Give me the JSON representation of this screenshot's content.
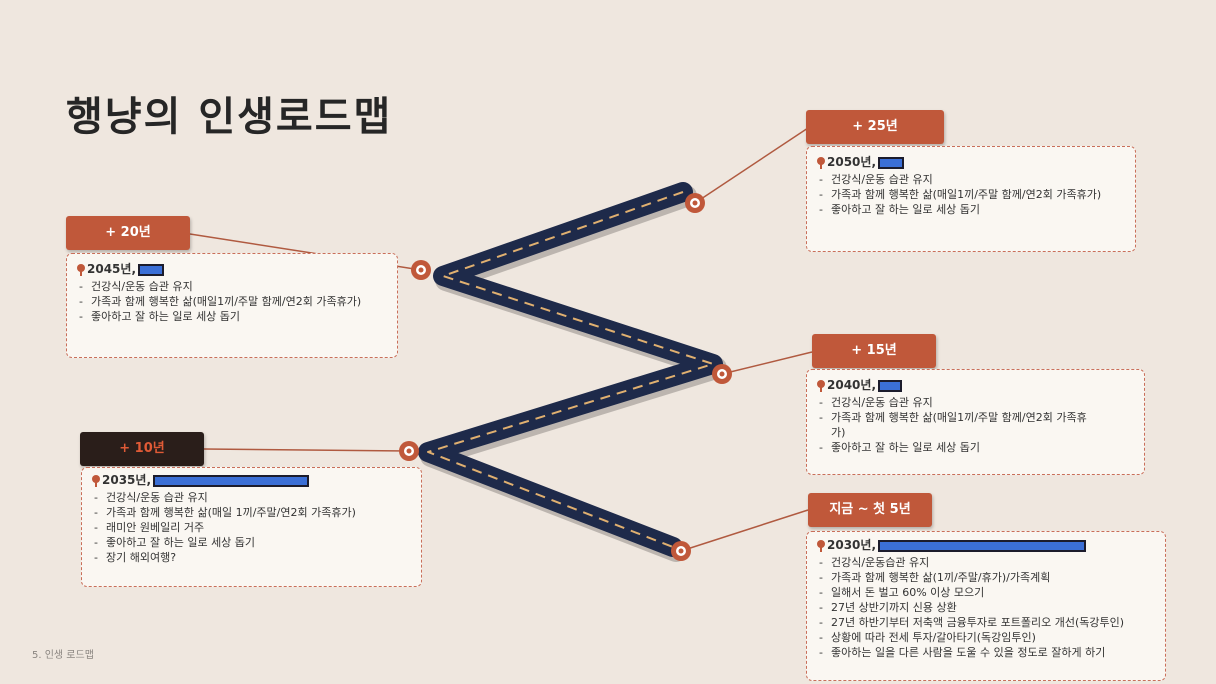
{
  "title": "행냥의 인생로드맵",
  "footer": "5. 인생 로드맵",
  "milestones": {
    "m25": {
      "tag": "+ 25년",
      "year": "2050년,",
      "items": [
        "건강식/운동 습관 유지",
        "가족과 함께 행복한 삶(매일1끼/주말 함께/연2회 가족휴가)",
        "좋아하고 잘 하는 일로 세상 돕기"
      ]
    },
    "m20": {
      "tag": "+ 20년",
      "year": "2045년,",
      "items": [
        "건강식/운동 습관 유지",
        "가족과 함께 행복한 삶(매일1끼/주말 함께/연2회 가족휴가)",
        "좋아하고 잘 하는 일로 세상 돕기"
      ]
    },
    "m15": {
      "tag": "+ 15년",
      "year": "2040년,",
      "items": [
        "건강식/운동 습관 유지",
        "가족과 함께 행복한 삶(매일1끼/주말 함께/연2회 가족휴가)",
        "좋아하고 잘 하는 일로 세상 돕기"
      ]
    },
    "m10": {
      "tag": "+ 10년",
      "year": "2035년,",
      "items": [
        "건강식/운동 습관 유지",
        "가족과 함께 행복한 삶(매일 1끼/주말/연2회 가족휴가)",
        "래미안 원베일리 거주",
        "좋아하고 잘 하는 일로 세상 돕기",
        "장기 해외여행?"
      ]
    },
    "m5": {
      "tag": "지금 ~ 첫 5년",
      "year": "2030년,",
      "items": [
        "건강식/운동습관 유지",
        "가족과 함께 행복한 삶(1끼/주말/휴가)/가족계획",
        "일해서 돈 벌고 60% 이상 모으기",
        "27년 상반기까지 신용 상환",
        "27년 하반기부터 저축액 금융투자로 포트폴리오 개선(독강투인)",
        "상황에 따라 전세 투자/갈아타기(독강임투인)",
        "좋아하는 일을 다른 사람을 도울 수 있을 정도로 잘하게 하기"
      ]
    }
  },
  "colors": {
    "accent": "#c0583a",
    "road": "#1e2a4a",
    "dash": "#e0b070"
  }
}
